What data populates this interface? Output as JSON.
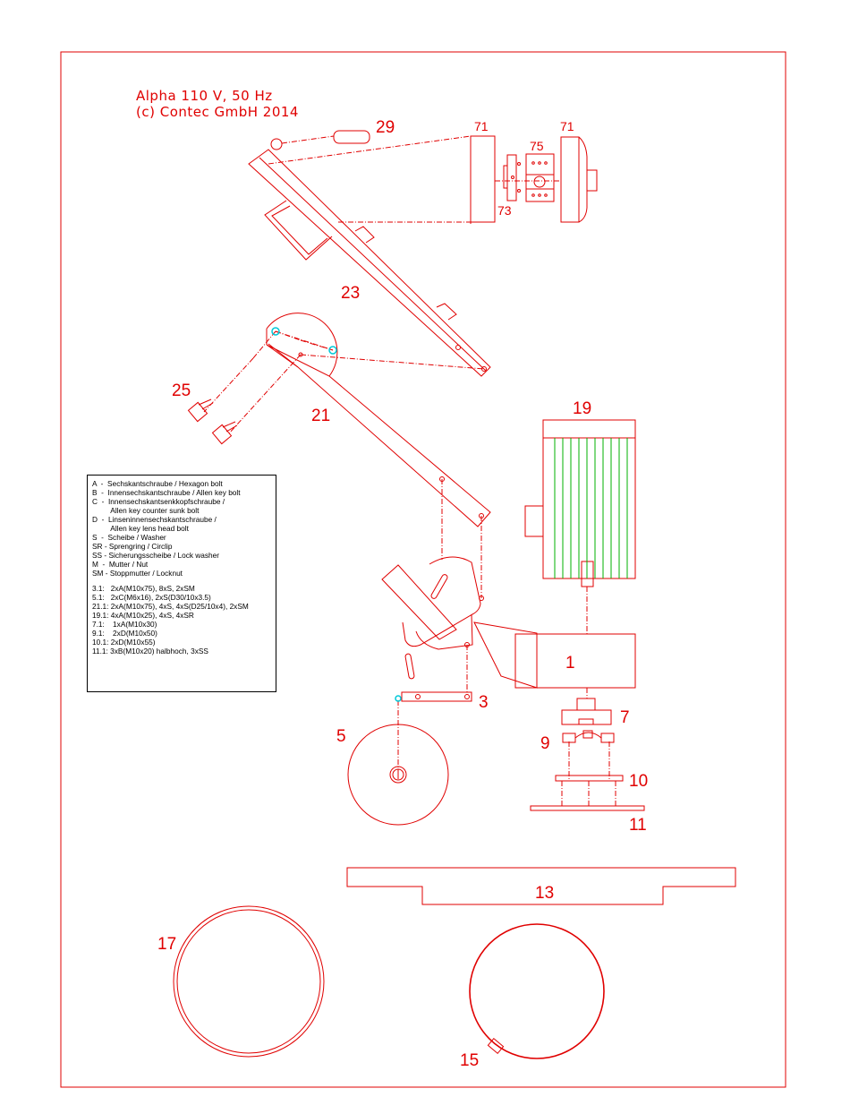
{
  "header": {
    "line1": "Alpha 110 V, 50 Hz",
    "line2": "(c) Contec GmbH 2014"
  },
  "parts": {
    "p1": "1",
    "p3": "3",
    "p5": "5",
    "p7": "7",
    "p9": "9",
    "p10": "10",
    "p11": "11",
    "p13": "13",
    "p15": "15",
    "p17": "17",
    "p19": "19",
    "p21": "21",
    "p23": "23",
    "p25": "25",
    "p29": "29",
    "p71a": "71",
    "p71b": "71",
    "p73": "73",
    "p75": "75"
  },
  "legend": {
    "abbreviations": [
      "A  -  Sechskantschraube / Hexagon bolt",
      "B  -  Innensechskantschraube / Allen key bolt",
      "C  -  Innensechskantsenkkopfschraube /",
      "         Allen key counter sunk bolt",
      "D  -  Linseninnensechskantschraube /",
      "         Allen key lens head bolt",
      "S  -  Scheibe / Washer",
      "SR - Sprengring / Circlip",
      "SS - Sicherungsscheibe / Lock washer",
      "M  -  Mutter / Nut",
      "SM - Stoppmutter / Locknut"
    ],
    "fasteners": [
      "3.1:   2xA(M10x75), 8xS, 2xSM",
      "5.1:   2xC(M6x16), 2xS(D30/10x3.5)",
      "21.1: 2xA(M10x75), 4xS, 4xS(D25/10x4), 2xSM",
      "19.1: 4xA(M10x25), 4xS, 4xSR",
      "7.1:    1xA(M10x30)",
      "9.1:    2xD(M10x50)",
      "10.1: 2xD(M10x55)",
      "11.1: 3xB(M10x20) halbhoch, 3xSS"
    ]
  },
  "colors": {
    "line": "#e00000",
    "motor_fins": "#00b000",
    "highlight": "#00c8d8",
    "legend_text": "#000000"
  }
}
